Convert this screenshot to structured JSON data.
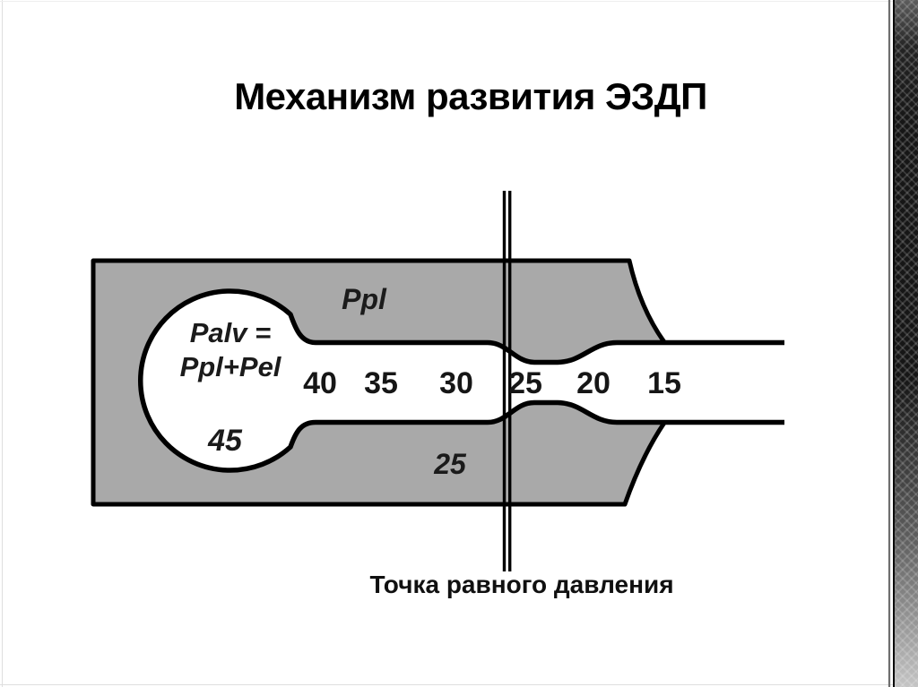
{
  "slide": {
    "title": "Механизм развития ЭЗДП",
    "caption": "Точка равного давления"
  },
  "diagram": {
    "pleura_label": "Ppl",
    "pleura_pressure": "25",
    "alveolus_formula_line1": "Palv =",
    "alveolus_formula_line2": "Ppl+Pel",
    "alveolus_pressure": "45",
    "airway_pressures": [
      "40",
      "35",
      "30",
      "25",
      "20",
      "15"
    ],
    "colors": {
      "tissue_gray": "#a9a9a9",
      "outline": "#000000",
      "label_text": "#1b1b1b"
    }
  }
}
